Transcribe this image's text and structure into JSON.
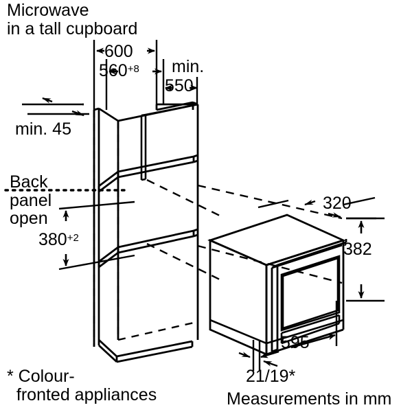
{
  "title": {
    "line1": "Microwave",
    "line2": "in a tall cupboard"
  },
  "dimensions": {
    "niche_width_outer": "600",
    "niche_width_inner": "560",
    "niche_width_inner_tol": "+8",
    "depth_min_label": "min.",
    "depth_min_value": "550",
    "gap_min": "min. 45",
    "niche_height": "380",
    "niche_height_tol": "+2",
    "appliance_depth": "320",
    "appliance_height": "382",
    "appliance_width": "595",
    "front_thickness": "21/19*"
  },
  "notes": {
    "back_panel_line1": "Back",
    "back_panel_line2": "panel",
    "back_panel_line3": "open",
    "footnote_line1": "* Colour-",
    "footnote_line2": "fronted appliances",
    "units": "Measurements in mm"
  },
  "colors": {
    "ink": "#000000",
    "paper": "#ffffff"
  }
}
